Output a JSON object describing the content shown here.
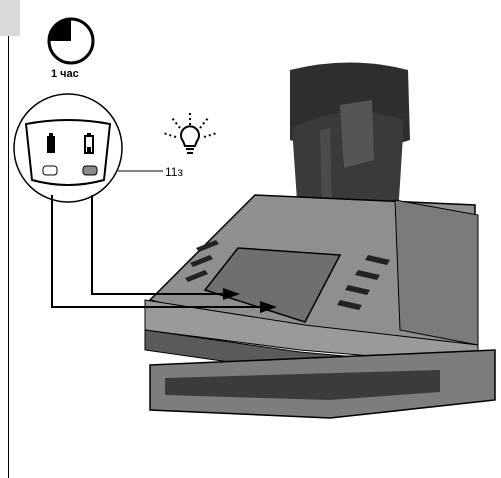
{
  "figure": {
    "time_label": "1 час",
    "reference_number": "11з",
    "timer_fill_fraction": 0.25
  },
  "colors": {
    "ink": "#000000",
    "charger_light": "#8f8f8f",
    "charger_mid": "#6f6f6f",
    "charger_dark": "#4a4a4a",
    "battery_dark": "#2e2e2e",
    "background": "#ffffff"
  },
  "icons": [
    "clock-quarter-icon",
    "light-bulb-icon",
    "battery-full-icon",
    "battery-charging-icon",
    "arrow-icon"
  ]
}
